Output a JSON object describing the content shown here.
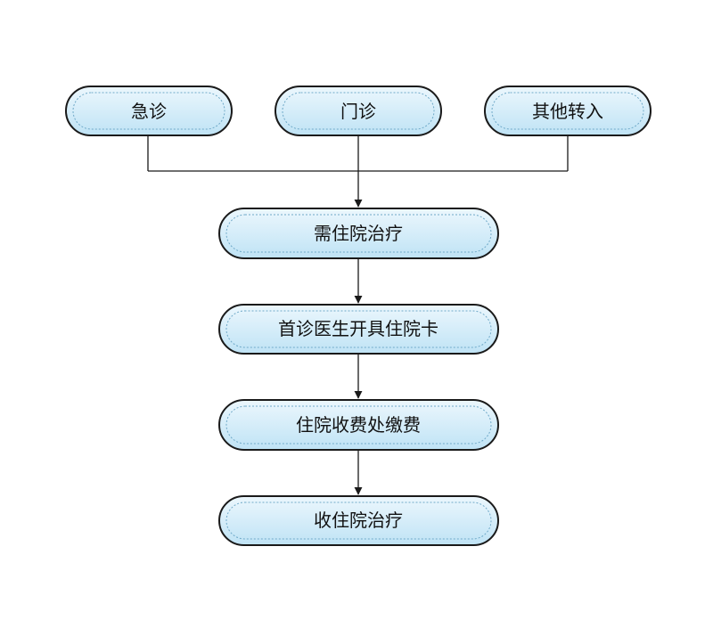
{
  "diagram": {
    "type": "flowchart",
    "sources": [
      {
        "id": "emergency",
        "label": "急诊"
      },
      {
        "id": "outpatient",
        "label": "门诊"
      },
      {
        "id": "transfer",
        "label": "其他转入"
      }
    ],
    "steps": [
      {
        "id": "need",
        "label": "需住院治疗"
      },
      {
        "id": "card",
        "label": "首诊医生开具住院卡"
      },
      {
        "id": "pay",
        "label": "住院收费处缴费"
      },
      {
        "id": "admit",
        "label": "收住院治疗"
      }
    ],
    "edges": [
      {
        "from": "emergency",
        "to": "need"
      },
      {
        "from": "outpatient",
        "to": "need"
      },
      {
        "from": "transfer",
        "to": "need"
      },
      {
        "from": "need",
        "to": "card"
      },
      {
        "from": "card",
        "to": "pay"
      },
      {
        "from": "pay",
        "to": "admit"
      }
    ],
    "colors": {
      "node_fill_top": "#ecf7fd",
      "node_fill_bottom": "#bfe3f5",
      "node_border": "#1a1a1a",
      "inner_dotted": "#6fa9c8",
      "connector": "#1a1a1a"
    }
  }
}
